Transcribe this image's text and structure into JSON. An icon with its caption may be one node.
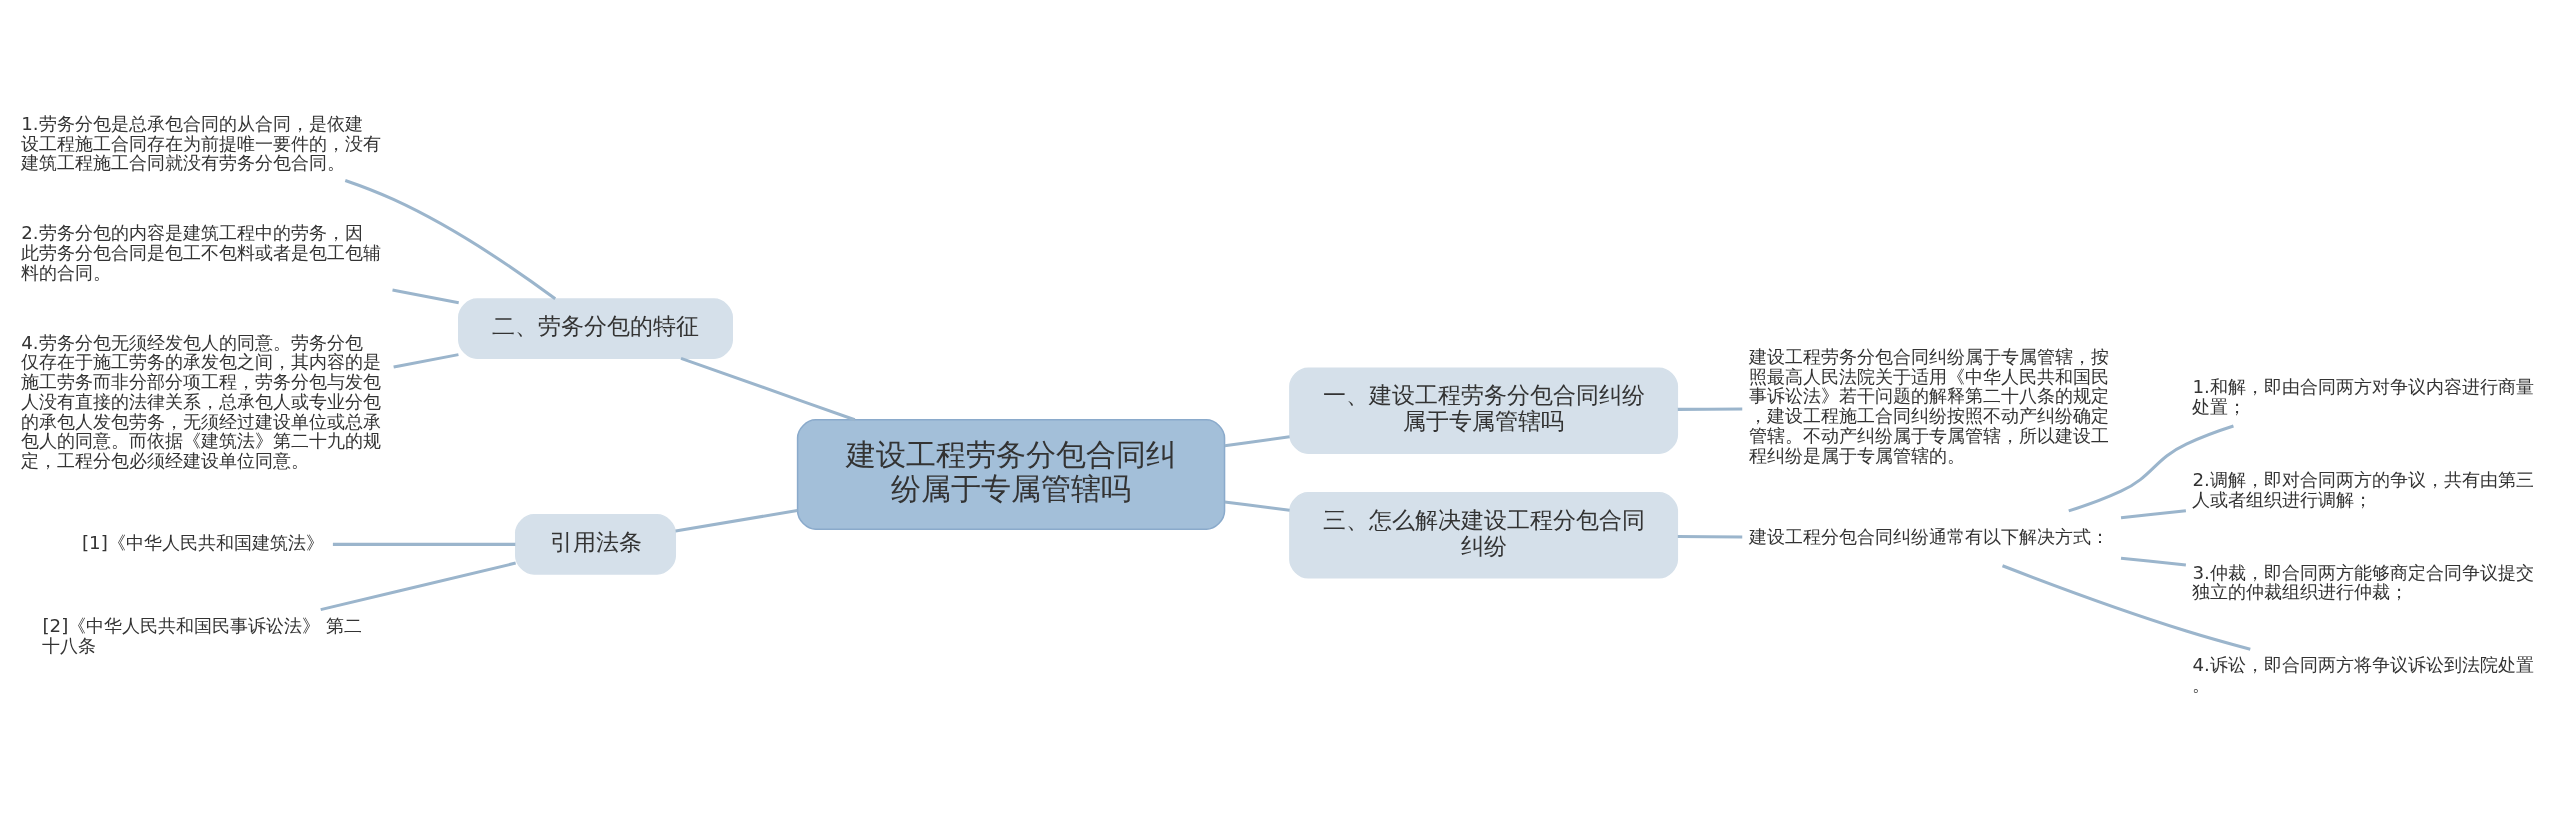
{
  "diagram": {
    "nodes": [
      {
        "text": [
          "建设工程劳务分包合同纠纷属于专属管辖吗"
        ]
      },
      {
        "text": [
          "二、劳务分包的特征"
        ]
      },
      {
        "text": [
          "1.劳务分包是总承包合同的从合同，是依建设工程施工合同存在为前提唯一要件的，没有建筑工程施工合同就没有劳务分包合同。"
        ]
      },
      {
        "text": [
          "2.劳务分包的内容是建筑工程中的劳务，因此劳务分包合同是包工不包料或者是包工包辅料的合同。"
        ]
      },
      {
        "text": [
          "4.劳务分包无须经发包人的同意。劳务分包仅存在于施工劳务的承发包之间，其内容的是施工劳务而非分部分项工程，劳务分包与发包人没有直接的法律关系，总承包人或专业分包的承包人发包劳务，无须经过建设单位或总承包人的同意。而依据《建筑法》第二十九的规定，工程分包必须经建设单位同意。"
        ]
      },
      {
        "text": [
          "引用法条"
        ]
      },
      {
        "text": [
          "[1]《中华人民共和国建筑法》"
        ]
      },
      {
        "text": [
          "[2]《中华人民共和国民事诉讼法》 第二十八条"
        ]
      },
      {
        "text": [
          "一、建设工程劳务分包合同纠纷属于专属管辖吗"
        ]
      },
      {
        "text": [
          "建设工程劳务分包合同纠纷属于专属管辖，按照最高人民法院关于适用《中华人民共和国民事诉讼法》若干问题的解释第二十八条的规定，建设工程施工合同纠纷按照不动产纠纷确定管辖。不动产纠纷属于专属管辖，所以建设工程纠纷是属于专属管辖的。"
        ]
      },
      {
        "text": [
          "三、怎么解决建设工程分包合同纠纷"
        ]
      },
      {
        "text": [
          "建设工程分包合同纠纷通常有以下解决方式："
        ]
      },
      {
        "text": [
          "1.和解，即由合同两方对争议内容进行商量处置；"
        ]
      },
      {
        "text": [
          "2.调解，即对合同两方的争议，共有由第三人或者组织进行调解；"
        ]
      },
      {
        "text": [
          "3.仲裁，即合同两方能够商定合同争议提交独立的仲裁组织进行仲裁；"
        ]
      },
      {
        "text": [
          "4.诉讼，即合同两方将争议诉讼到法院处置。"
        ]
      }
    ],
    "edges": [
      {
        "from": 0,
        "to": 1,
        "arrow": "none"
      },
      {
        "from": 1,
        "to": 2,
        "arrow": "none"
      },
      {
        "from": 1,
        "to": 3,
        "arrow": "none"
      },
      {
        "from": 1,
        "to": 4,
        "arrow": "none"
      },
      {
        "from": 0,
        "to": 5,
        "arrow": "none"
      },
      {
        "from": 5,
        "to": 6,
        "arrow": "none"
      },
      {
        "from": 5,
        "to": 7,
        "arrow": "none"
      },
      {
        "from": 0,
        "to": 8,
        "arrow": "none"
      },
      {
        "from": 8,
        "to": 9,
        "arrow": "none"
      },
      {
        "from": 0,
        "to": 10,
        "arrow": "none"
      },
      {
        "from": 10,
        "to": 11,
        "arrow": "none"
      },
      {
        "from": 11,
        "to": 12,
        "arrow": "none"
      },
      {
        "from": 11,
        "to": 13,
        "arrow": "none"
      },
      {
        "from": 11,
        "to": 14,
        "arrow": "none"
      },
      {
        "from": 11,
        "to": 15,
        "arrow": "none"
      }
    ]
  }
}
